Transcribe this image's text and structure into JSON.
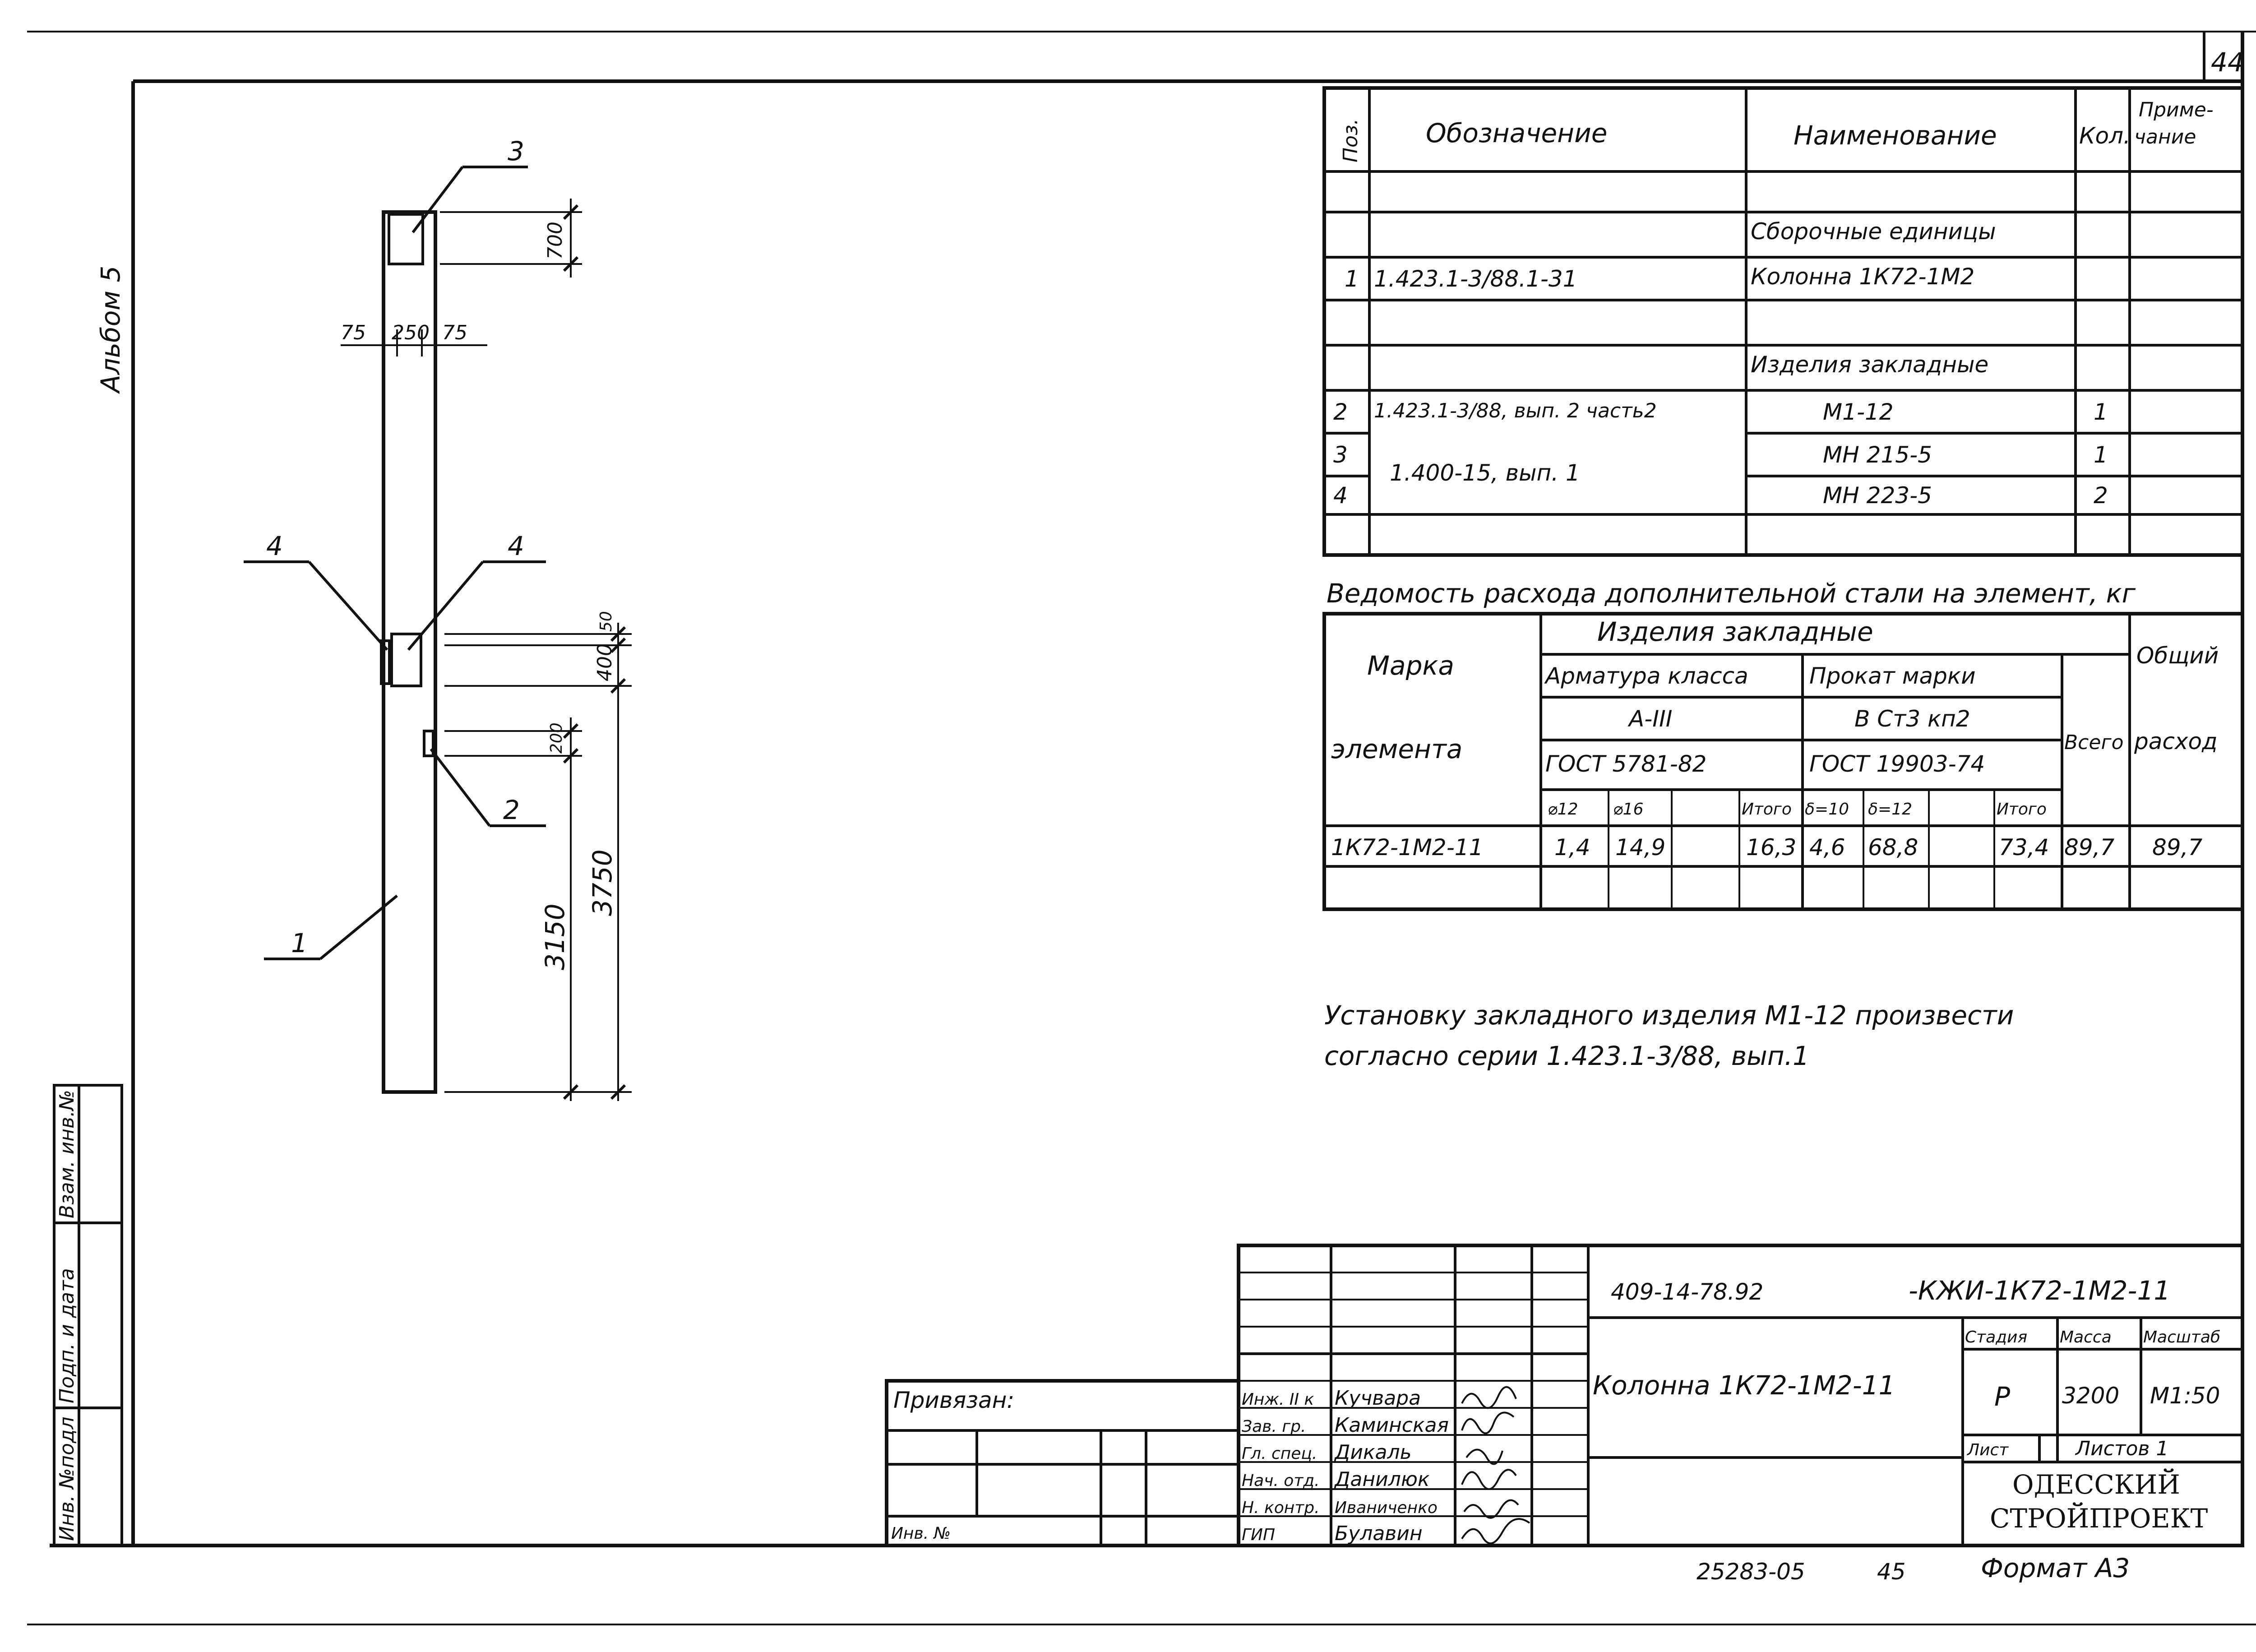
{
  "sheet_number": "44",
  "album_label": "Альбом 5",
  "left_margin_labels": [
    "Инв. №подл",
    "Подп. и дата",
    "Взам. инв.№"
  ],
  "drawing": {
    "pos_labels": {
      "p1": "1",
      "p2": "2",
      "p3": "3",
      "p4a": "4",
      "p4b": "4"
    },
    "dims": {
      "d700": "700",
      "d75a": "75",
      "d250": "250",
      "d75b": "75",
      "d50": "50",
      "d400": "400",
      "d200": "200",
      "d3150": "3150",
      "d3750": "3750"
    }
  },
  "spec_table": {
    "headers": [
      "Поз.",
      "Обозначение",
      "Наименование",
      "Кол.",
      "Приме-",
      "чание"
    ],
    "section_assembly": "Сборочные единицы",
    "section_embedded": "Изделия закладные",
    "rows": [
      {
        "pos": "1",
        "designation": "1.423.1-3/88.1-31",
        "name": "Колонна 1К72-1М2",
        "qty": ""
      },
      {
        "pos": "2",
        "designation": "1.423.1-3/88, вып. 2 часть2",
        "name": "М1-12",
        "qty": "1"
      },
      {
        "pos": "3",
        "designation": "1.400-15, вып. 1",
        "name": "МН 215-5",
        "qty": "1"
      },
      {
        "pos": "4",
        "designation": "",
        "name": "МН 223-5",
        "qty": "2"
      }
    ]
  },
  "steel_table": {
    "title": "Ведомость расхода дополнительной стали на элемент, кг",
    "col_mark_1": "Марка",
    "col_mark_2": "элемента",
    "group": "Изделия закладные",
    "sub_rebar": "Арматура класса",
    "sub_rolled": "Прокат марки",
    "rebar_class": "А-III",
    "rolled_grade": "В Ст3 кп2",
    "rebar_gost": "ГОСТ 5781-82",
    "rolled_gost": "ГОСТ 19903-74",
    "col_total": "Всего",
    "col_general_1": "Общий",
    "col_general_2": "расход",
    "leaf": [
      "⌀12",
      "⌀16",
      "",
      "Итого",
      "δ=10",
      "δ=12",
      "",
      "Итого"
    ],
    "row": {
      "mark": "1К72-1М2-11",
      "values": [
        "1,4",
        "14,9",
        "",
        "16,3",
        "4,6",
        "68,8",
        "",
        "73,4"
      ],
      "total": "89,7",
      "general": "89,7"
    }
  },
  "note_lines": [
    "Установку закладного изделия М1-12 произвести",
    "согласно серии 1.423.1-3/88, вып.1"
  ],
  "title_block": {
    "bound_label": "Привязан:",
    "inv_label": "Инв. №",
    "roles": [
      "Инж. II к",
      "Зав. гр.",
      "Гл. спец.",
      "Нач. отд.",
      "Н. контр.",
      "ГИП"
    ],
    "names": [
      "Кучвара",
      "Каминская",
      "Дикаль",
      "Данилюк",
      "Иваниченко",
      "Булавин"
    ],
    "document_code_left": "409-14-78.92",
    "document_code_right": "-КЖИ-1К72-1М2-11",
    "product_name": "Колонна 1К72-1М2-11",
    "stage_label": "Стадия",
    "mass_label": "Масса",
    "scale_label": "Масштаб",
    "stage": "Р",
    "mass": "3200",
    "scale": "М1:50",
    "sheet_label": "Лист",
    "sheets_label": "Листов 1",
    "org_line1": "ОДЕССКИЙ",
    "org_line2": "СТРОЙПРОЕКТ"
  },
  "bottom": {
    "archive_number": "25283-05",
    "page": "45",
    "format": "Формат А3"
  }
}
